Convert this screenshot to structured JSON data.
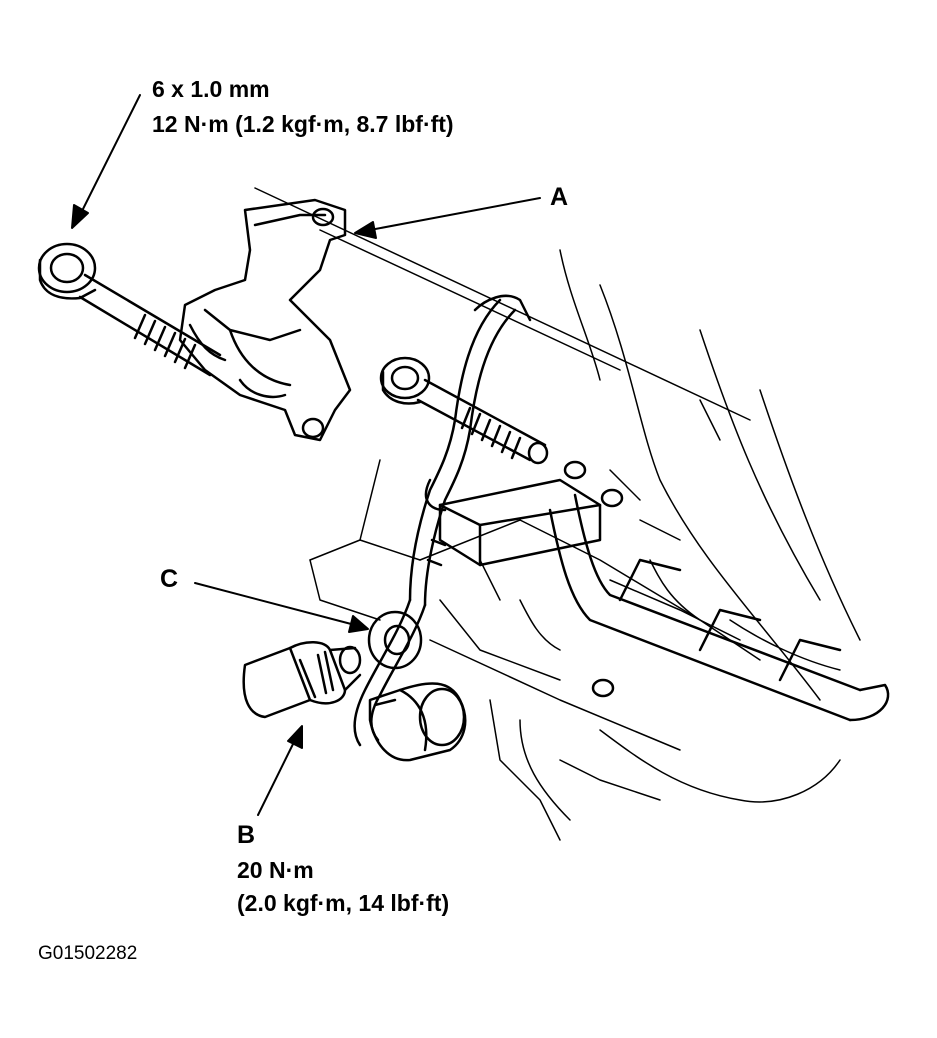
{
  "callouts": {
    "bolt_spec": {
      "size": "6 x 1.0 mm",
      "torque": "12 N·m (1.2 kgf·m, 8.7 lbf·ft)"
    },
    "a": {
      "letter": "A"
    },
    "b": {
      "letter": "B",
      "torque": "20 N·m",
      "torque_alt": "(2.0 kgf·m, 14 lbf·ft)"
    },
    "c": {
      "letter": "C"
    }
  },
  "figure_id": "G01502282",
  "colors": {
    "ink": "#000000",
    "paper": "#ffffff"
  }
}
